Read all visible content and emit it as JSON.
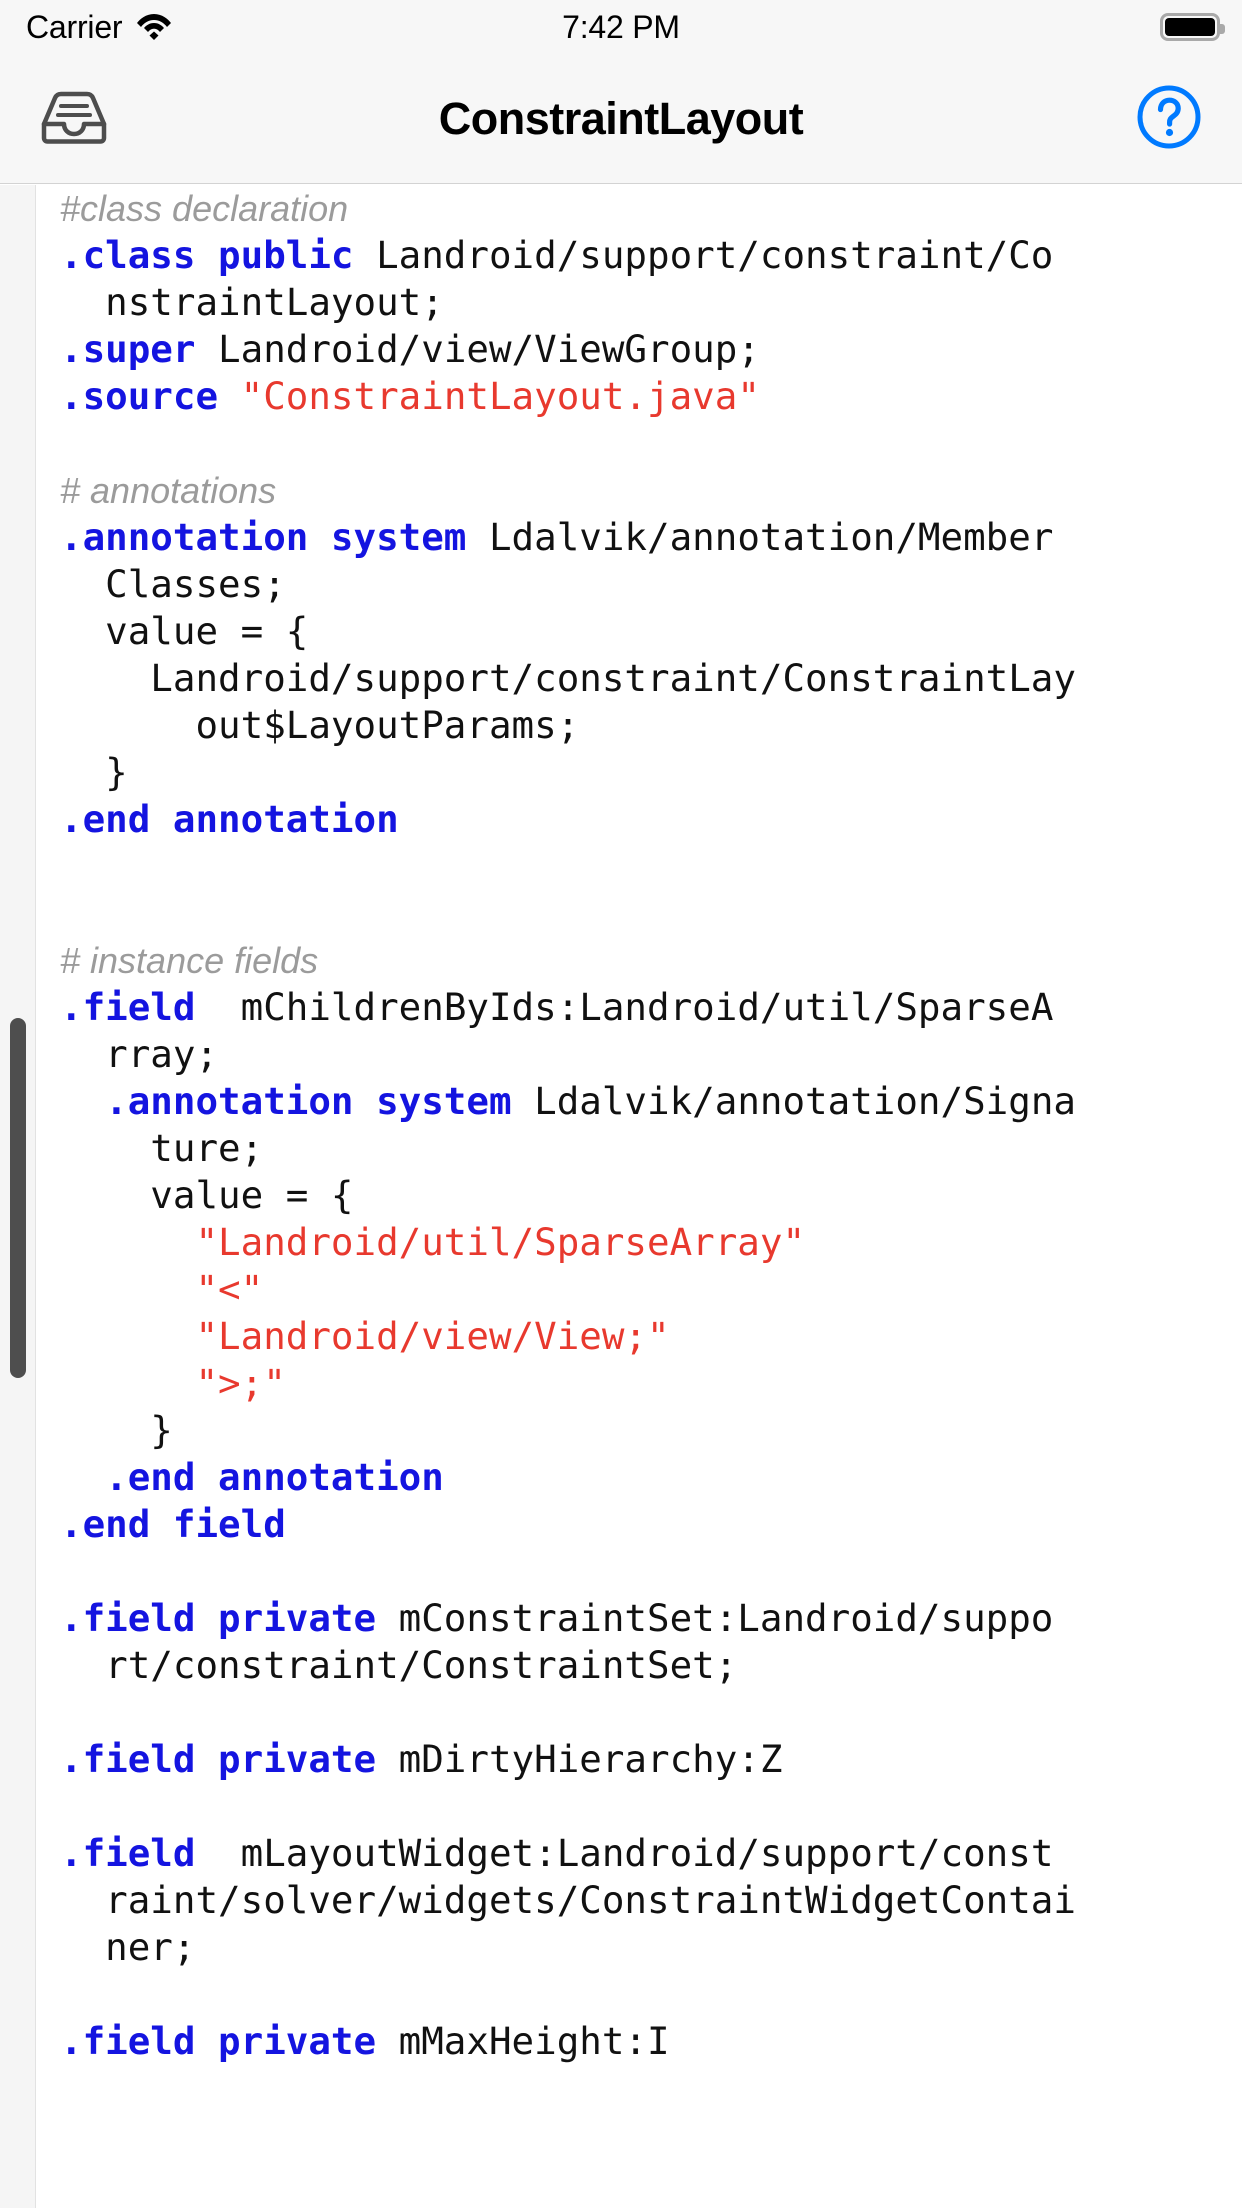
{
  "status_bar": {
    "carrier": "Carrier",
    "wifi_icon": "wifi-icon",
    "time": "7:42 PM",
    "battery_icon": "battery-full-icon"
  },
  "nav_bar": {
    "title": "ConstraintLayout",
    "left_button_icon": "inbox-tray-icon",
    "right_button_icon": "help-question-circle-icon"
  },
  "colors": {
    "keyword": "#1414e0",
    "string": "#e8392e",
    "comment": "#9b9b9b",
    "plain": "#111111",
    "accent": "#007aff",
    "navbar_bg": "#f7f7f7",
    "gutter_bg": "#f5f5f5",
    "scrollbar": "#4e4e4e"
  },
  "editor": {
    "scrollbar_visible": true,
    "lines": [
      {
        "segments": [
          {
            "t": "comment",
            "v": "#class declaration"
          }
        ]
      },
      {
        "segments": [
          {
            "t": "kw",
            "v": ".class public"
          },
          {
            "t": "plain",
            "v": " Landroid/support/constraint/Co"
          }
        ]
      },
      {
        "segments": [
          {
            "t": "plain",
            "v": "  nstraintLayout;"
          }
        ]
      },
      {
        "segments": [
          {
            "t": "kw",
            "v": ".super"
          },
          {
            "t": "plain",
            "v": " Landroid/view/ViewGroup;"
          }
        ]
      },
      {
        "segments": [
          {
            "t": "kw",
            "v": ".source"
          },
          {
            "t": "str",
            "v": " \"ConstraintLayout.java\""
          }
        ]
      },
      {
        "segments": []
      },
      {
        "segments": [
          {
            "t": "comment",
            "v": "# annotations"
          }
        ]
      },
      {
        "segments": [
          {
            "t": "kw",
            "v": ".annotation system"
          },
          {
            "t": "plain",
            "v": " Ldalvik/annotation/Member"
          }
        ]
      },
      {
        "segments": [
          {
            "t": "plain",
            "v": "  Classes;"
          }
        ]
      },
      {
        "segments": [
          {
            "t": "plain",
            "v": "  value = {"
          }
        ]
      },
      {
        "segments": [
          {
            "t": "plain",
            "v": "    Landroid/support/constraint/ConstraintLay"
          }
        ]
      },
      {
        "segments": [
          {
            "t": "plain",
            "v": "      out$LayoutParams;"
          }
        ]
      },
      {
        "segments": [
          {
            "t": "plain",
            "v": "  }"
          }
        ]
      },
      {
        "segments": [
          {
            "t": "kw",
            "v": ".end annotation"
          }
        ]
      },
      {
        "segments": []
      },
      {
        "segments": []
      },
      {
        "segments": [
          {
            "t": "comment",
            "v": "# instance fields"
          }
        ]
      },
      {
        "segments": [
          {
            "t": "kw",
            "v": ".field"
          },
          {
            "t": "plain",
            "v": "  mChildrenByIds:Landroid/util/SparseA"
          }
        ]
      },
      {
        "segments": [
          {
            "t": "plain",
            "v": "  rray;"
          }
        ]
      },
      {
        "segments": [
          {
            "t": "kw",
            "v": "  .annotation system"
          },
          {
            "t": "plain",
            "v": " Ldalvik/annotation/Signa"
          }
        ]
      },
      {
        "segments": [
          {
            "t": "plain",
            "v": "    ture;"
          }
        ]
      },
      {
        "segments": [
          {
            "t": "plain",
            "v": "    value = {"
          }
        ]
      },
      {
        "segments": [
          {
            "t": "str",
            "v": "      \"Landroid/util/SparseArray\""
          }
        ]
      },
      {
        "segments": [
          {
            "t": "str",
            "v": "      \"<\""
          }
        ]
      },
      {
        "segments": [
          {
            "t": "str",
            "v": "      \"Landroid/view/View;\""
          }
        ]
      },
      {
        "segments": [
          {
            "t": "str",
            "v": "      \">;\""
          }
        ]
      },
      {
        "segments": [
          {
            "t": "plain",
            "v": "    }"
          }
        ]
      },
      {
        "segments": [
          {
            "t": "kw",
            "v": "  .end annotation"
          }
        ]
      },
      {
        "segments": [
          {
            "t": "kw",
            "v": ".end field"
          }
        ]
      },
      {
        "segments": []
      },
      {
        "segments": [
          {
            "t": "kw",
            "v": ".field private"
          },
          {
            "t": "plain",
            "v": " mConstraintSet:Landroid/suppo"
          }
        ]
      },
      {
        "segments": [
          {
            "t": "plain",
            "v": "  rt/constraint/ConstraintSet;"
          }
        ]
      },
      {
        "segments": []
      },
      {
        "segments": [
          {
            "t": "kw",
            "v": ".field private"
          },
          {
            "t": "plain",
            "v": " mDirtyHierarchy:Z"
          }
        ]
      },
      {
        "segments": []
      },
      {
        "segments": [
          {
            "t": "kw",
            "v": ".field"
          },
          {
            "t": "plain",
            "v": "  mLayoutWidget:Landroid/support/const"
          }
        ]
      },
      {
        "segments": [
          {
            "t": "plain",
            "v": "  raint/solver/widgets/ConstraintWidgetContai"
          }
        ]
      },
      {
        "segments": [
          {
            "t": "plain",
            "v": "  ner;"
          }
        ]
      },
      {
        "segments": []
      },
      {
        "segments": [
          {
            "t": "kw",
            "v": ".field private"
          },
          {
            "t": "plain",
            "v": " mMaxHeight:I"
          }
        ]
      }
    ]
  }
}
